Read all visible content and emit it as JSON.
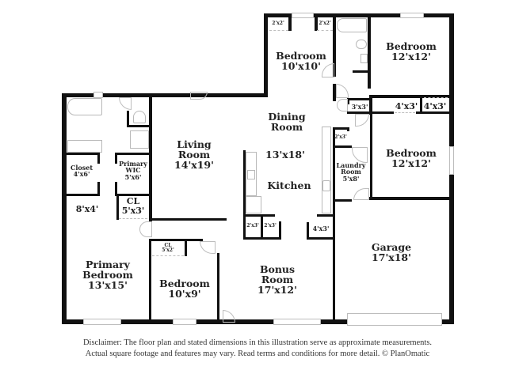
{
  "floorplan": {
    "rooms": {
      "bedroom_top_left": {
        "name": "Bedroom",
        "size": "10'x10'"
      },
      "bedroom_top_right": {
        "name": "Bedroom",
        "size": "12'x12'"
      },
      "bedroom_right_mid": {
        "name": "Bedroom",
        "size": "12'x12'"
      },
      "dining": {
        "name_line1": "Dining",
        "name_line2": "Room",
        "size": "13'x18'"
      },
      "kitchen": {
        "name": "Kitchen"
      },
      "living": {
        "name_line1": "Living",
        "name_line2": "Room",
        "size": "14'x19'"
      },
      "closet_left": {
        "name": "Closet",
        "size": "4'x6'"
      },
      "primary_wic": {
        "name_line1": "Primary",
        "name_line2": "WIC",
        "size": "5'x6'"
      },
      "hall_8x4": {
        "size": "8'x4'"
      },
      "cl_5x3": {
        "name": "CL",
        "size": "5'x3'"
      },
      "laundry": {
        "name_line1": "Laundry",
        "name_line2": "Room",
        "size": "5'x8'"
      },
      "primary_bedroom": {
        "name_line1": "Primary",
        "name_line2": "Bedroom",
        "size": "13'x15'"
      },
      "bedroom_bottom": {
        "name": "Bedroom",
        "size": "10'x9'"
      },
      "bonus": {
        "name_line1": "Bonus",
        "name_line2": "Room",
        "size": "17'x12'"
      },
      "garage": {
        "name": "Garage",
        "size": "17'x18'"
      }
    },
    "closets": {
      "top_left_a": "2'x2'",
      "top_left_b": "2'x2'",
      "hall_3x3": "3'x3'",
      "hall_4x3_a": "4'x3'",
      "hall_4x3_b": "4'x3'",
      "laundry_small": "2'x3'",
      "kitchen_2x3_a": "2'x3'",
      "kitchen_2x3_b": "2'x3'",
      "kitchen_4x3": "4'x3'",
      "bedroom_cl_name": "CL",
      "bedroom_cl_size": "5'x2'"
    },
    "disclaimer": {
      "line1": "Disclaimer: The floor plan and stated dimensions in this illustration serve as approximate measurements.",
      "line2": "Actual square footage and features may vary. Read terms and conditions for more detail. © PlanOmatic"
    },
    "colors": {
      "wall": "#111111",
      "fixture": "#b8b8b8",
      "text": "#222222",
      "background": "#ffffff"
    }
  }
}
